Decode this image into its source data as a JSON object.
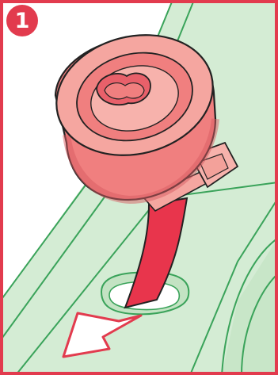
{
  "step": {
    "number": "1"
  },
  "colors": {
    "frame": "#e23b4e",
    "rail_fill": "#d4ecd4",
    "rail_line": "#3aa35a",
    "cap_body": "#f07f7f",
    "cap_face": "#f5a6a0",
    "strap": "#e8354c",
    "arrow_fill": "#ffffff",
    "arrow_stroke": "#e23b4e",
    "outline": "#222222"
  },
  "icons": {
    "step_badge": "circled-number",
    "cap": "round-cap-with-tether",
    "direction": "pull-out-arrow"
  }
}
